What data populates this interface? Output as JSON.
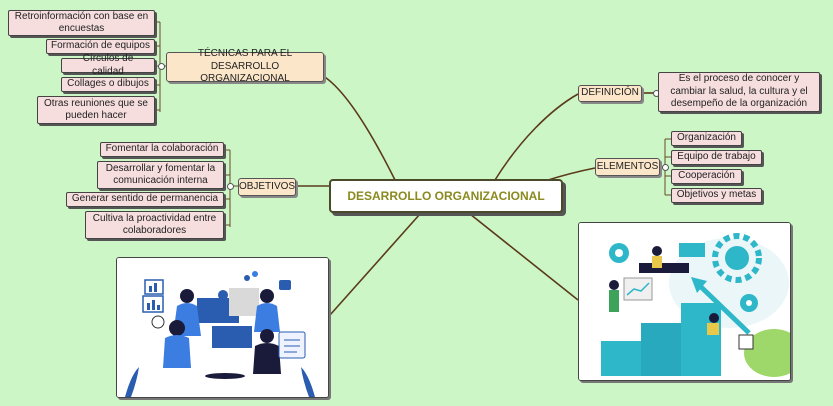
{
  "center": {
    "label": "DESARROLLO ORGANIZACIONAL"
  },
  "tecnicas": {
    "label": "TÉCNICAS PARA EL DESARROLLO ORGANIZACIONAL",
    "items": [
      "Retroinformación con base en encuestas",
      "Formación de equipos",
      "Círculos de calidad",
      "Collages o dibujos",
      "Otras reuniones que se pueden hacer"
    ]
  },
  "objetivos": {
    "label": "OBJETIVOS",
    "items": [
      "Fomentar la colaboración",
      "Desarrollar y fomentar la comunicación interna",
      "Generar sentido de permanencia",
      "Cultiva la proactividad entre colaboradores"
    ]
  },
  "definicion": {
    "label": "DEFINICIÓN",
    "text": "Es el proceso de conocer y cambiar la salud, la cultura y el desempeño de la organización"
  },
  "elementos": {
    "label": "ELEMENTOS",
    "items": [
      "Organización",
      "Equipo de trabajo",
      "Cooperación",
      "Objetivos y metas"
    ]
  },
  "colors": {
    "background": "#cdf6c6",
    "leaf": "#f7dede",
    "branch": "#fce6c9",
    "center_text": "#8a8a1e",
    "line": "#5a3a1a"
  },
  "illustrations": [
    "teamwork-puzzle-illustration",
    "growth-chart-illustration"
  ]
}
